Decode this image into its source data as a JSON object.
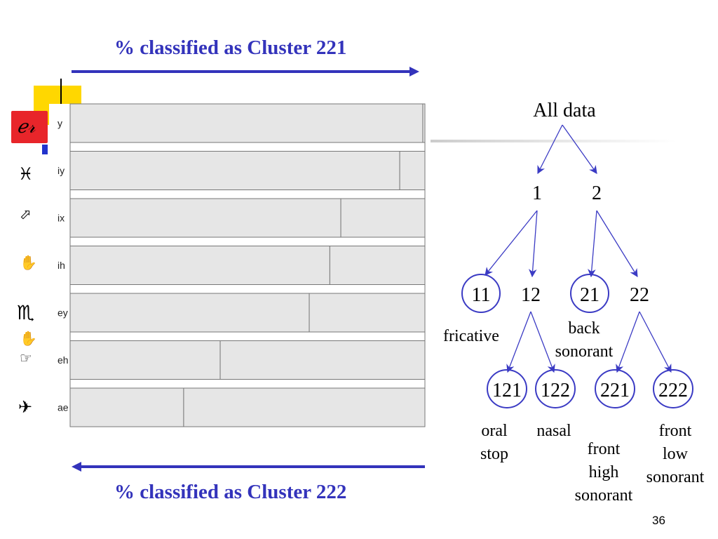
{
  "header_top": {
    "text": "% classified as Cluster 221",
    "color": "#3333bb"
  },
  "header_bottom": {
    "text": "% classified as Cluster 222",
    "color": "#3333bb"
  },
  "chart_data": {
    "type": "bar",
    "orientation": "horizontal-stacked",
    "categories": [
      "y",
      "iy",
      "ix",
      "ih",
      "ey",
      "eh",
      "ae"
    ],
    "series": [
      {
        "values": [
          99.4,
          92.9,
          76.3,
          73.2,
          67.4,
          42.3,
          32.0
        ]
      },
      {
        "values": [
          0.6,
          7.1,
          23.7,
          26.8,
          32.6,
          57.7,
          68.0
        ]
      }
    ],
    "xlim": [
      0,
      100
    ],
    "grid": false,
    "bar_color": "#e6e6e6",
    "border_color": "#777777"
  },
  "tree": {
    "edge_color": "#3b3bc4",
    "circle_color": "#3b3bc4",
    "nodes": [
      {
        "id": "root",
        "label": "All data"
      },
      {
        "id": "n1",
        "label": "1"
      },
      {
        "id": "n2",
        "label": "2"
      },
      {
        "id": "n11",
        "label": "11",
        "circled": true
      },
      {
        "id": "n12",
        "label": "12"
      },
      {
        "id": "n21",
        "label": "21",
        "circled": true
      },
      {
        "id": "n22",
        "label": "22"
      },
      {
        "id": "n121",
        "label": "121",
        "circled": true
      },
      {
        "id": "n122",
        "label": "122",
        "circled": true
      },
      {
        "id": "n221",
        "label": "221",
        "circled": true
      },
      {
        "id": "n222",
        "label": "222",
        "circled": true
      }
    ],
    "edges": [
      [
        "root",
        "n1"
      ],
      [
        "root",
        "n2"
      ],
      [
        "n1",
        "n11"
      ],
      [
        "n1",
        "n12"
      ],
      [
        "n2",
        "n21"
      ],
      [
        "n2",
        "n22"
      ],
      [
        "n12",
        "n121"
      ],
      [
        "n12",
        "n122"
      ],
      [
        "n22",
        "n221"
      ],
      [
        "n22",
        "n222"
      ]
    ],
    "annotations": [
      {
        "id": "fricative",
        "lines": [
          "fricative"
        ]
      },
      {
        "id": "back-sonorant",
        "lines": [
          "back",
          "sonorant"
        ]
      },
      {
        "id": "oral-stop",
        "lines": [
          "oral",
          "stop"
        ]
      },
      {
        "id": "nasal",
        "lines": [
          "nasal"
        ]
      },
      {
        "id": "front-high-sonorant",
        "lines": [
          "front",
          "high",
          "sonorant"
        ]
      },
      {
        "id": "front-low-sonorant",
        "lines": [
          "front",
          "low",
          "sonorant"
        ]
      }
    ]
  },
  "decor": {
    "square_yellow": "#ffd700",
    "square_red": "#e8252a",
    "square_blue": "#2233cc",
    "glyphs": [
      {
        "name": "scorpio-glyph",
        "char": "ℯ𝓇"
      },
      {
        "name": "pisces-icon",
        "char": "♓"
      },
      {
        "name": "arrow-icon",
        "char": "⬀"
      },
      {
        "name": "hand-icon-1",
        "char": "✋"
      },
      {
        "name": "scorpio-icon",
        "char": "♏"
      },
      {
        "name": "hand-icon-2",
        "char": "✋"
      },
      {
        "name": "pointing-hand-icon",
        "char": "☞"
      },
      {
        "name": "airplane-icon",
        "char": "✈"
      }
    ]
  },
  "slide_number": "36"
}
